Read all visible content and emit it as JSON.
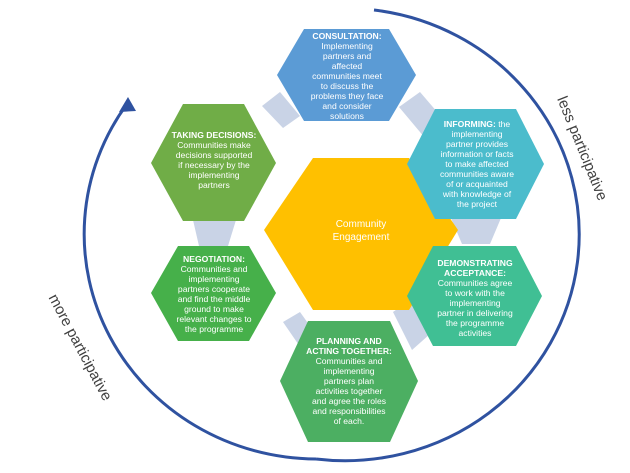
{
  "center": {
    "label_line1": "Community",
    "label_line2": "Engagement"
  },
  "hexagons": {
    "consultation": {
      "title": "CONSULTATION:",
      "lines": [
        "Implementing",
        "partners and",
        "affected",
        "communities meet",
        "to discuss the",
        "problems they face",
        "and consider",
        "solutions"
      ],
      "color": "#5b9bd5"
    },
    "informing": {
      "title": "INFORMING:",
      "lines": [
        " the",
        "implementing",
        "partner provides",
        "information or facts",
        "to make affected",
        "communities aware",
        "of or acquainted",
        "with knowledge of",
        "the project"
      ],
      "color": "#4bbccc"
    },
    "demonstrating": {
      "title_lines": [
        "DEMONSTRATING",
        "ACCEPTANCE:"
      ],
      "lines": [
        "Communities agree",
        "to work with the",
        "implementing",
        "partner in delivering",
        "the programme",
        "activities"
      ],
      "color": "#40bf94"
    },
    "planning": {
      "title_lines": [
        "PLANNING AND",
        "ACTING TOGETHER:"
      ],
      "lines": [
        "Communities and",
        "implementing",
        "partners plan",
        "activities together",
        "and agree the roles",
        "and responsibilities",
        "of each."
      ],
      "color": "#4caf62"
    },
    "negotiation": {
      "title": "NEGOTIATION:",
      "lines": [
        "Communities and",
        "implementing",
        "partners cooperate",
        "and find the middle",
        "ground to make",
        "relevant changes to",
        "the programme"
      ],
      "color": "#46b04a"
    },
    "taking_decisions": {
      "title": "TAKING DECISIONS:",
      "lines": [
        "Communities make",
        "decisions supported",
        "if necessary by the",
        "implementing",
        "partners"
      ],
      "color": "#70ad47"
    }
  },
  "side_labels": {
    "less": "less participative",
    "more": "more participative"
  },
  "colors": {
    "center": "#ffc000",
    "arrow": "#2f52a0",
    "connector": "#c9d3e6"
  }
}
